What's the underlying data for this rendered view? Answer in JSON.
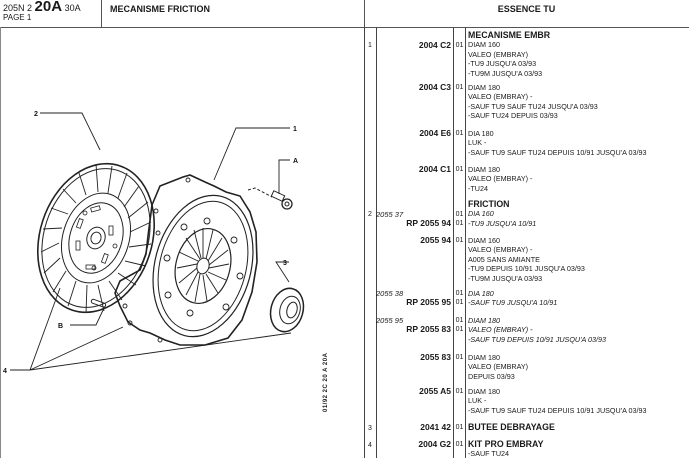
{
  "header": {
    "model_prefix": "205N 2",
    "model_big": "20A",
    "model_suffix": "30A",
    "page": "PAGE 1",
    "title": "MECANISME FRICTION",
    "engine": "ESSENCE TU"
  },
  "diagram": {
    "labels": [
      "1",
      "2",
      "3",
      "4",
      "A",
      "B"
    ],
    "vertical_code": "01/92 2C 20 A 20A"
  },
  "rows": [
    {
      "item": "1",
      "ref": "2004  C2",
      "qty": "01",
      "head": "MECANISME EMBR",
      "lines": [
        "DIAM 160",
        "VALEO (EMBRAY)",
        "-TU9 JUSQU'A  03/93",
        "-TU9M JUSQU'A  03/93"
      ]
    },
    {
      "item": "",
      "ref": "2004  C3",
      "qty": "01",
      "head": "",
      "lines": [
        "DIAM 180",
        "VALEO (EMBRAY) -",
        "-SAUF  TU9 SAUF  TU24 JUSQU'A  03/93",
        "-SAUF  TU24 DEPUIS  03/93"
      ]
    },
    {
      "item": "",
      "ref": "2004  E6",
      "qty": "01",
      "head": "",
      "lines": [
        "DIA 180",
        "LUK -",
        "-SAUF  TU9 SAUF  TU24 DEPUIS  10/91 JUSQU'A  03/93"
      ]
    },
    {
      "item": "",
      "ref": "2004  C1",
      "qty": "01",
      "head": "",
      "lines": [
        "DIAM 180",
        "VALEO (EMBRAY) -",
        "-TU24"
      ]
    },
    {
      "item": "2",
      "ref_old": "2055  37",
      "ref": "RP  2055  94",
      "qty": "01",
      "qty2": "01",
      "head": "FRICTION",
      "lines": [
        "DIA 160",
        "-TU9 JUSQU'A  10/91"
      ],
      "italic": true
    },
    {
      "item": "",
      "ref": "2055  94",
      "qty": "01",
      "head": "",
      "lines": [
        "DIAM 160",
        "VALEO (EMBRAY) -",
        "A005 SANS AMIANTE",
        "-TU9 DEPUIS  10/91 JUSQU'A  03/93",
        "-TU9M JUSQU'A  03/93"
      ]
    },
    {
      "item": "",
      "ref_old": "2055  38",
      "ref": "RP  2055  95",
      "qty": "01",
      "qty2": "01",
      "head": "",
      "lines": [
        "DIA 180",
        "-SAUF  TU9 JUSQU'A  10/91"
      ],
      "italic": true
    },
    {
      "item": "",
      "ref_old": "2055  95",
      "ref": "RP  2055  83",
      "qty": "01",
      "qty2": "01",
      "head": "",
      "lines": [
        "DIAM 180",
        "VALEO (EMBRAY) -",
        "-SAUF  TU9 DEPUIS  10/91  JUSQU'A  03/93"
      ],
      "italic": true
    },
    {
      "item": "",
      "ref": "2055  83",
      "qty": "01",
      "head": "",
      "lines": [
        "DIAM 180",
        "VALEO (EMBRAY)",
        "DEPUIS  03/93"
      ]
    },
    {
      "item": "",
      "ref": "2055  A5",
      "qty": "01",
      "head": "",
      "lines": [
        "DIAM 180",
        "LUK -",
        "-SAUF  TU9 SAUF  TU24 DEPUIS  10/91 JUSQU'A  03/93"
      ]
    },
    {
      "item": "3",
      "ref": "2041  42",
      "qty": "01",
      "head": "BUTEE DEBRAYAGE",
      "lines": []
    },
    {
      "item": "4",
      "ref": "2004  G2",
      "qty": "01",
      "head": "KIT PRO EMBRAY",
      "lines": [
        "-SAUF  TU24"
      ]
    }
  ],
  "colors": {
    "ink": "#1a1a1a",
    "rule": "#444444"
  }
}
